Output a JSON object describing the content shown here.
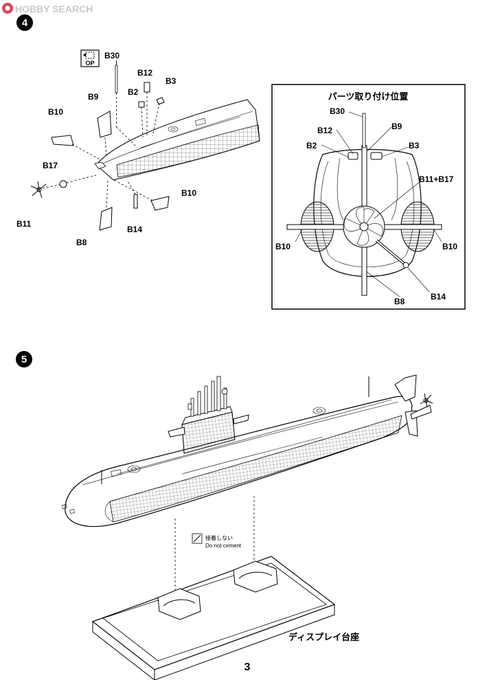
{
  "watermark": {
    "text": "HOBBY SEARCH"
  },
  "step4": {
    "number": "4",
    "op_badge": "OP",
    "labels": [
      "B30",
      "B12",
      "B3",
      "B2",
      "B9",
      "B10",
      "B17",
      "B11",
      "B8",
      "B14",
      "B10"
    ]
  },
  "detail_box": {
    "title": "パーツ取り付け位置",
    "labels": [
      "B30",
      "B12",
      "B9",
      "B2",
      "B3",
      "B11+B17",
      "B10",
      "B10",
      "B8",
      "B14"
    ]
  },
  "step5": {
    "number": "5",
    "no_cement_jp": "接着しない",
    "no_cement_en": "Do not cement",
    "stand_label": "ディスプレイ台座"
  },
  "page_number": "3"
}
